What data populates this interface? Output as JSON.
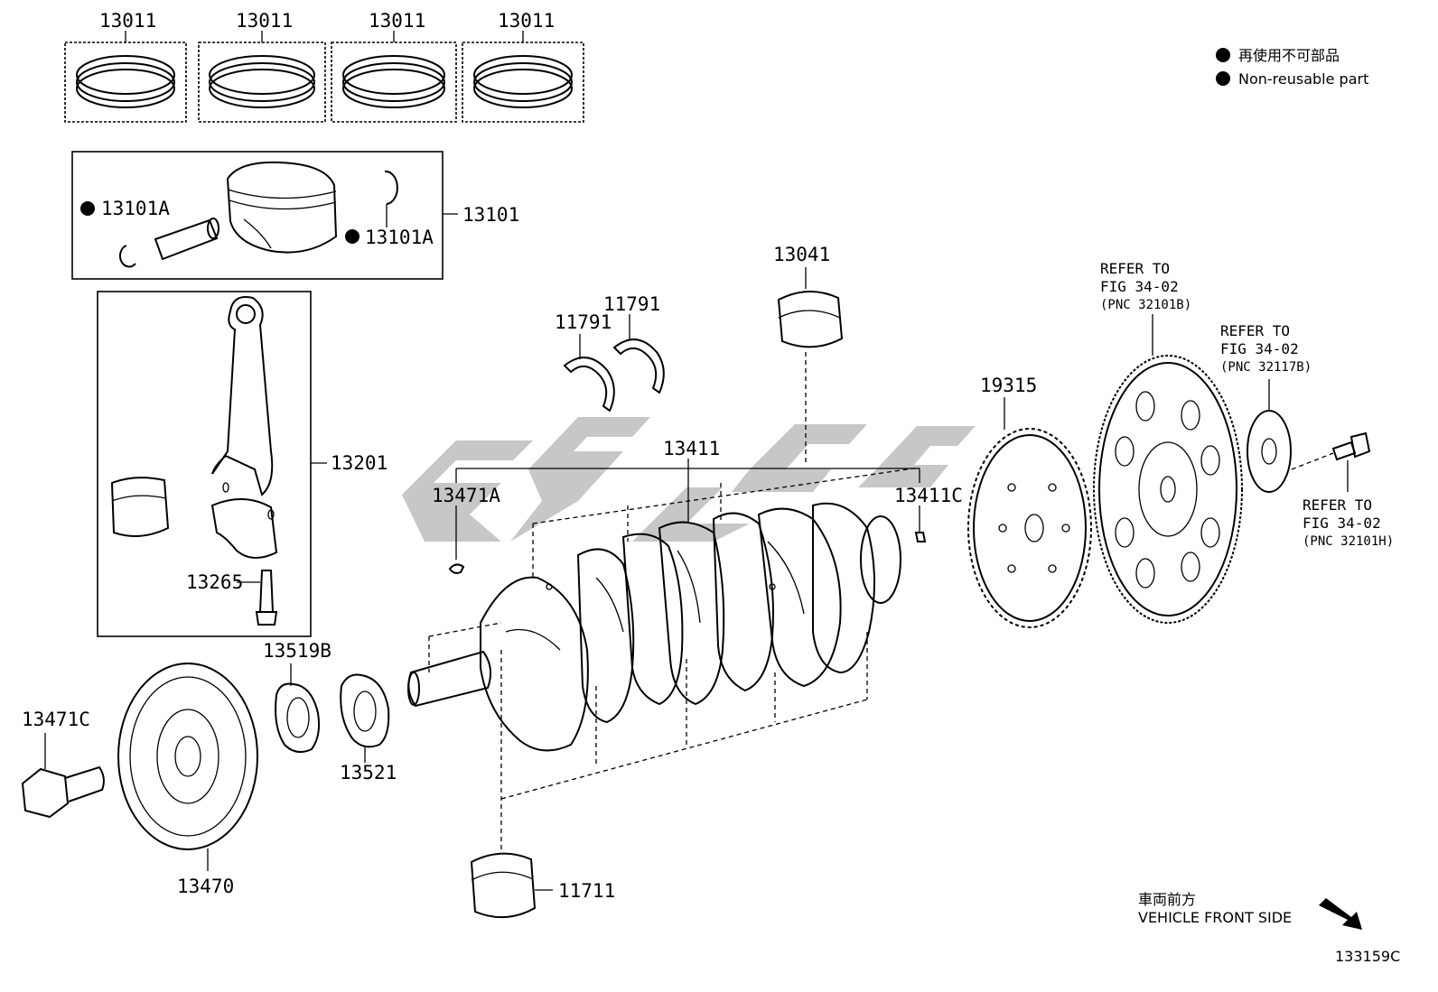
{
  "legend": {
    "jp": "再使用不可部品",
    "en": "Non-reusable part"
  },
  "labels": {
    "ring_1": "13011",
    "ring_2": "13011",
    "ring_3": "13011",
    "ring_4": "13011",
    "piston_sub": "13101",
    "snap_ring_left": "13101A",
    "snap_ring_right": "13101A",
    "conrod_sub": "13201",
    "conrod_bolt": "13265",
    "crank_bearing_upper": "13041",
    "thrust_washer_a": "11791",
    "thrust_washer_b": "11791",
    "crankshaft": "13411",
    "key_a": "13471A",
    "pin_c": "13411C",
    "drive_plate": "19315",
    "timing_gear_b": "13519B",
    "timing_gear": "13521",
    "pulley_bolt": "13471C",
    "pulley": "13470",
    "crank_bearing_lower": "11711"
  },
  "refs": {
    "flywheel": [
      "REFER TO",
      "FIG 34-02",
      "(PNC 32101B)"
    ],
    "spacer": [
      "REFER TO",
      "FIG 34-02",
      "(PNC 32117B)"
    ],
    "bolt": [
      "REFER TO",
      "FIG 34-02",
      "(PNC 32101H)"
    ]
  },
  "front_note": {
    "jp": "車両前方",
    "en": "VEHICLE FRONT SIDE"
  },
  "figure_id": "133159C"
}
